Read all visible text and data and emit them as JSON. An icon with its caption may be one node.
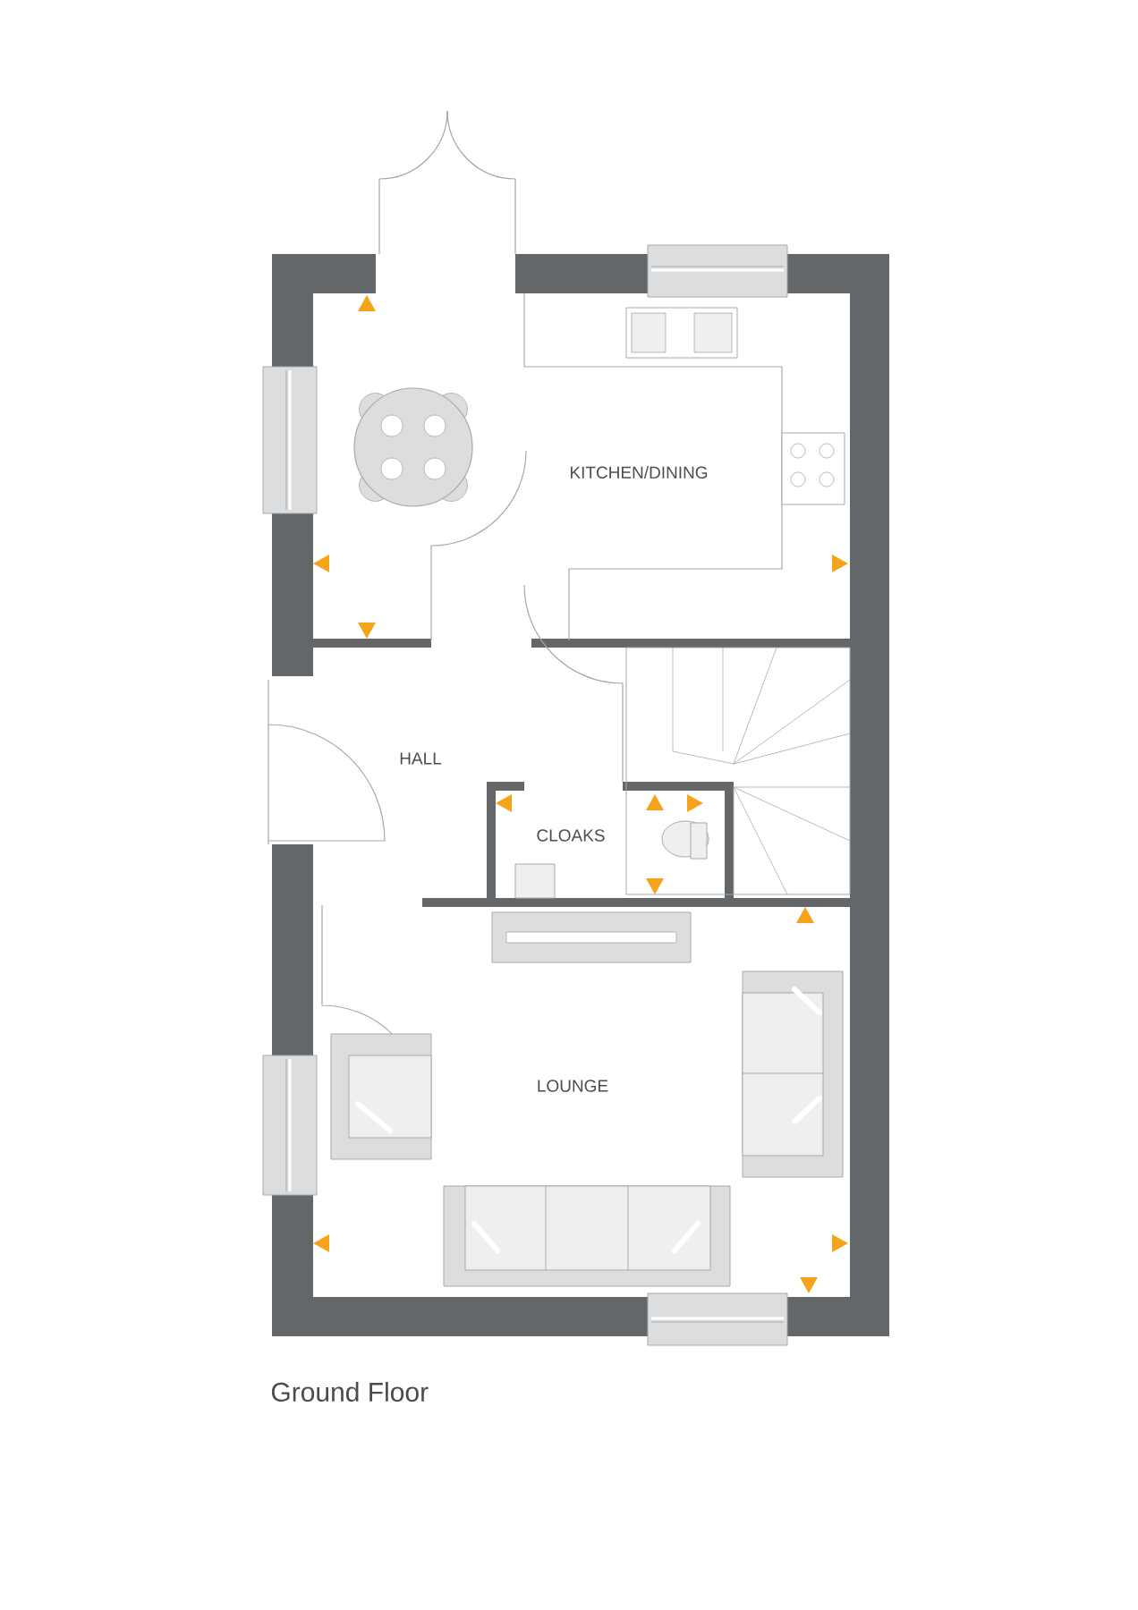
{
  "diagram": {
    "caption": "Ground Floor",
    "labels": [
      "KITCHEN/DINING",
      "HALL",
      "CLOAKS",
      "LOUNGE"
    ]
  }
}
